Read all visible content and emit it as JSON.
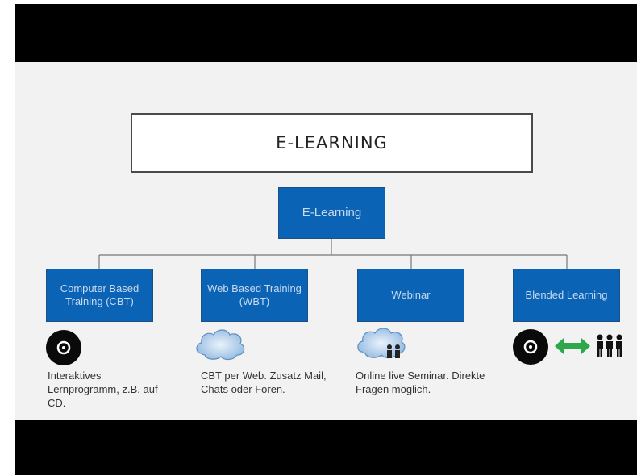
{
  "diagram": {
    "title": "E-LEARNING",
    "root": "E-Learning",
    "children": [
      {
        "label": "Computer Based Training (CBT)",
        "description": "Interaktives Lernprogramm, z.B. auf CD."
      },
      {
        "label": "Web Based Training (WBT)",
        "description": "CBT per Web. Zusatz Mail, Chats oder Foren."
      },
      {
        "label": "Webinar",
        "description": "Online live Seminar. Direkte Fragen möglich."
      },
      {
        "label": "Blended Learning",
        "description": ""
      }
    ]
  },
  "colors": {
    "node_fill": "#0b63b5",
    "node_text": "#c9d9ee",
    "arrow": "#2ea84a",
    "slide_background": "#f2f2f2"
  },
  "icons": [
    "cd-icon",
    "cloud-icon",
    "cloud-people-icon",
    "cd-icon",
    "double-arrow-icon",
    "group-icon"
  ]
}
